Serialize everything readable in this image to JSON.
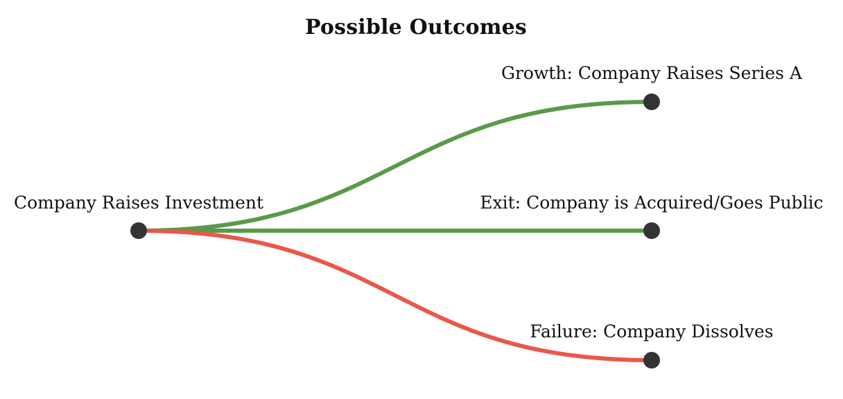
{
  "title": "Possible Outcomes",
  "colors": {
    "positive": "#5a9a4a",
    "negative": "#e8584b",
    "node": "#333333"
  },
  "start": {
    "label": "Company Raises Investment"
  },
  "outcomes": [
    {
      "label": "Growth: Company Raises Series A",
      "kind": "positive"
    },
    {
      "label": "Exit: Company is Acquired/Goes Public",
      "kind": "positive"
    },
    {
      "label": "Failure: Company Dissolves",
      "kind": "negative"
    }
  ]
}
